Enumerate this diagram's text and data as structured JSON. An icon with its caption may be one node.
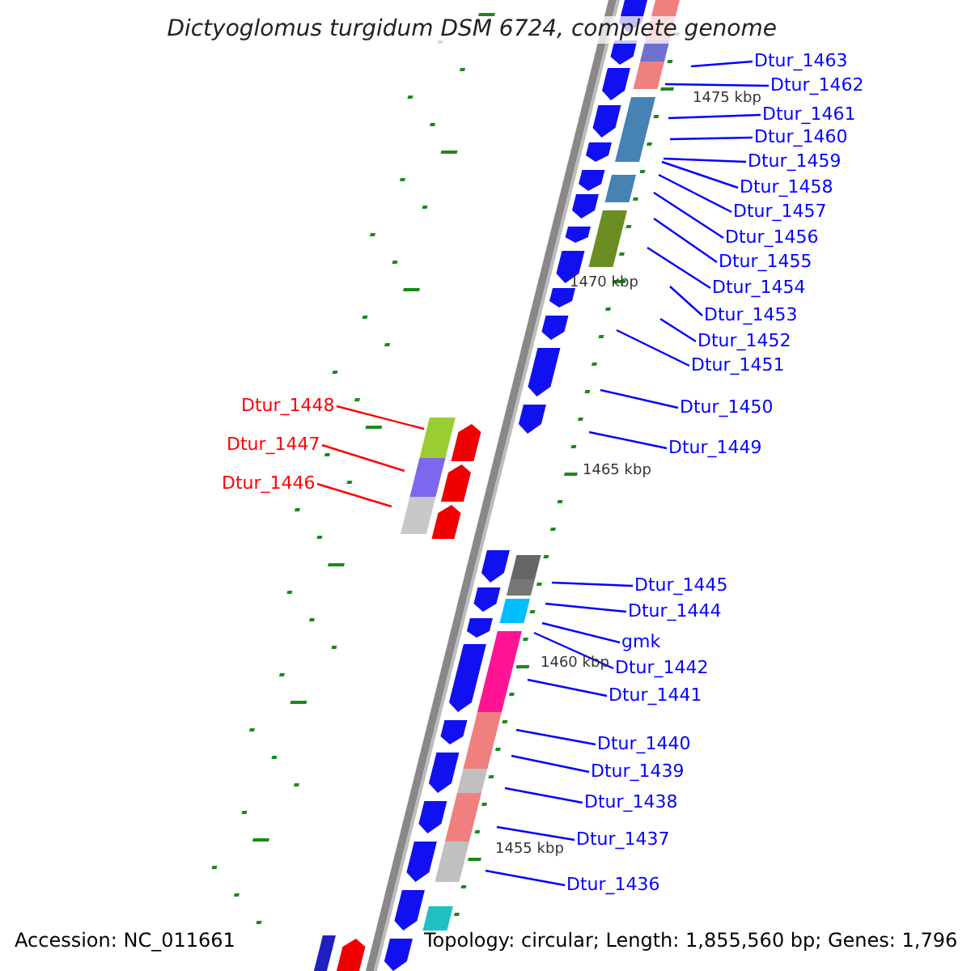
{
  "diagram": {
    "title": "Dictyoglomus turgidum DSM 6724, complete genome",
    "nodes": [
      {
        "text": [
          "Dtur_1463"
        ]
      },
      {
        "text": [
          "Dtur_1462"
        ]
      },
      {
        "text": [
          "Dtur_1461"
        ]
      },
      {
        "text": [
          "Dtur_1460"
        ]
      },
      {
        "text": [
          "Dtur_1459"
        ]
      },
      {
        "text": [
          "Dtur_1458"
        ]
      },
      {
        "text": [
          "Dtur_1457"
        ]
      },
      {
        "text": [
          "Dtur_1456"
        ]
      },
      {
        "text": [
          "Dtur_1455"
        ]
      },
      {
        "text": [
          "Dtur_1454"
        ]
      },
      {
        "text": [
          "Dtur_1453"
        ]
      },
      {
        "text": [
          "Dtur_1452"
        ]
      },
      {
        "text": [
          "Dtur_1451"
        ]
      },
      {
        "text": [
          "Dtur_1450"
        ]
      },
      {
        "text": [
          "Dtur_1449"
        ]
      },
      {
        "text": [
          "Dtur_1448"
        ]
      },
      {
        "text": [
          "Dtur_1447"
        ]
      },
      {
        "text": [
          "Dtur_1446"
        ]
      },
      {
        "text": [
          "Dtur_1445"
        ]
      },
      {
        "text": [
          "Dtur_1444"
        ]
      },
      {
        "text": [
          "gmk"
        ]
      },
      {
        "text": [
          "Dtur_1442"
        ]
      },
      {
        "text": [
          "Dtur_1441"
        ]
      },
      {
        "text": [
          "Dtur_1440"
        ]
      },
      {
        "text": [
          "Dtur_1439"
        ]
      },
      {
        "text": [
          "Dtur_1438"
        ]
      },
      {
        "text": [
          "Dtur_1437"
        ]
      },
      {
        "text": [
          "Dtur_1436"
        ]
      }
    ],
    "edges": [
      {
        "from": 0,
        "to": null,
        "arrow": "none"
      },
      {
        "from": 1,
        "to": null,
        "arrow": "none"
      },
      {
        "from": 2,
        "to": null,
        "arrow": "none"
      },
      {
        "from": 3,
        "to": null,
        "arrow": "none"
      },
      {
        "from": 4,
        "to": null,
        "arrow": "none"
      },
      {
        "from": 5,
        "to": null,
        "arrow": "none"
      },
      {
        "from": 6,
        "to": null,
        "arrow": "none"
      },
      {
        "from": 7,
        "to": null,
        "arrow": "none"
      },
      {
        "from": 8,
        "to": null,
        "arrow": "none"
      },
      {
        "from": 9,
        "to": null,
        "arrow": "none"
      },
      {
        "from": 10,
        "to": null,
        "arrow": "none"
      },
      {
        "from": 11,
        "to": null,
        "arrow": "none"
      },
      {
        "from": 12,
        "to": null,
        "arrow": "none"
      },
      {
        "from": 13,
        "to": null,
        "arrow": "none"
      },
      {
        "from": 14,
        "to": null,
        "arrow": "none"
      },
      {
        "from": 15,
        "to": null,
        "arrow": "none",
        "color": "#ff0000"
      },
      {
        "from": 16,
        "to": null,
        "arrow": "none",
        "color": "#ff0000"
      },
      {
        "from": 17,
        "to": null,
        "arrow": "none",
        "color": "#ff0000"
      },
      {
        "from": 18,
        "to": null,
        "arrow": "none"
      },
      {
        "from": 19,
        "to": null,
        "arrow": "none"
      },
      {
        "from": 20,
        "to": null,
        "arrow": "none"
      },
      {
        "from": 21,
        "to": null,
        "arrow": "none"
      },
      {
        "from": 22,
        "to": null,
        "arrow": "none"
      },
      {
        "from": 23,
        "to": null,
        "arrow": "none"
      },
      {
        "from": 24,
        "to": null,
        "arrow": "none"
      },
      {
        "from": 25,
        "to": null,
        "arrow": "none"
      },
      {
        "from": 26,
        "to": null,
        "arrow": "none"
      },
      {
        "from": 27,
        "to": null,
        "arrow": "none"
      }
    ],
    "labels": [
      "1475 kbp",
      "1470 kbp",
      "1465 kbp",
      "1460 kbp",
      "1455 kbp",
      "Accession: NC_011661",
      "Topology: circular; Length: 1,855,560 bp; Genes: 1,796"
    ]
  }
}
